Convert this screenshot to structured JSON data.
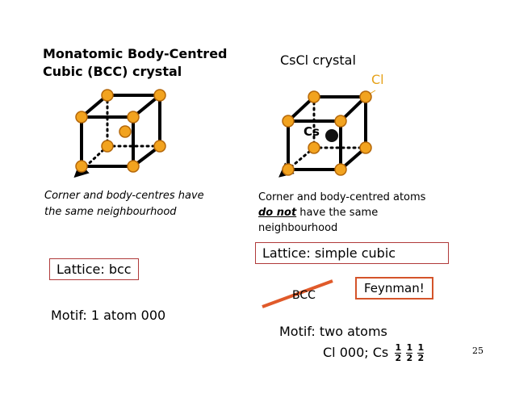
{
  "left": {
    "title_line1": "Monatomic Body-Centred",
    "title_line2": "Cubic (BCC) crystal",
    "caption_line1": "Corner and body-centres have",
    "caption_line2": "the same neighbourhood",
    "lattice": "Lattice: bcc",
    "motif": "Motif: 1 atom 000"
  },
  "right": {
    "title": "CsCl crystal",
    "cl_label": "Cl",
    "cs_label": "Cs",
    "caption_line1": "Corner and body-centred atoms",
    "caption_emph": "do not",
    "caption_line2_rest": " have the same",
    "caption_line3": "neighbourhood",
    "lattice": "Lattice: simple cubic",
    "struck_label": "BCC",
    "feynman": "Feynman!",
    "motif_line1": "Motif: two atoms",
    "motif_line2_prefix": "Cl 000;  Cs",
    "frac_num": "1",
    "frac_den": "2"
  },
  "page_number": "25",
  "colors": {
    "atom_fill": "#f2a31f",
    "atom_stroke": "#b5680a",
    "cs_fill": "#111111",
    "cl_label": "#e6a21a",
    "strike": "#e05a2a",
    "lattice_box_border": "#b03a3a",
    "feynman_border": "#d4542a"
  }
}
